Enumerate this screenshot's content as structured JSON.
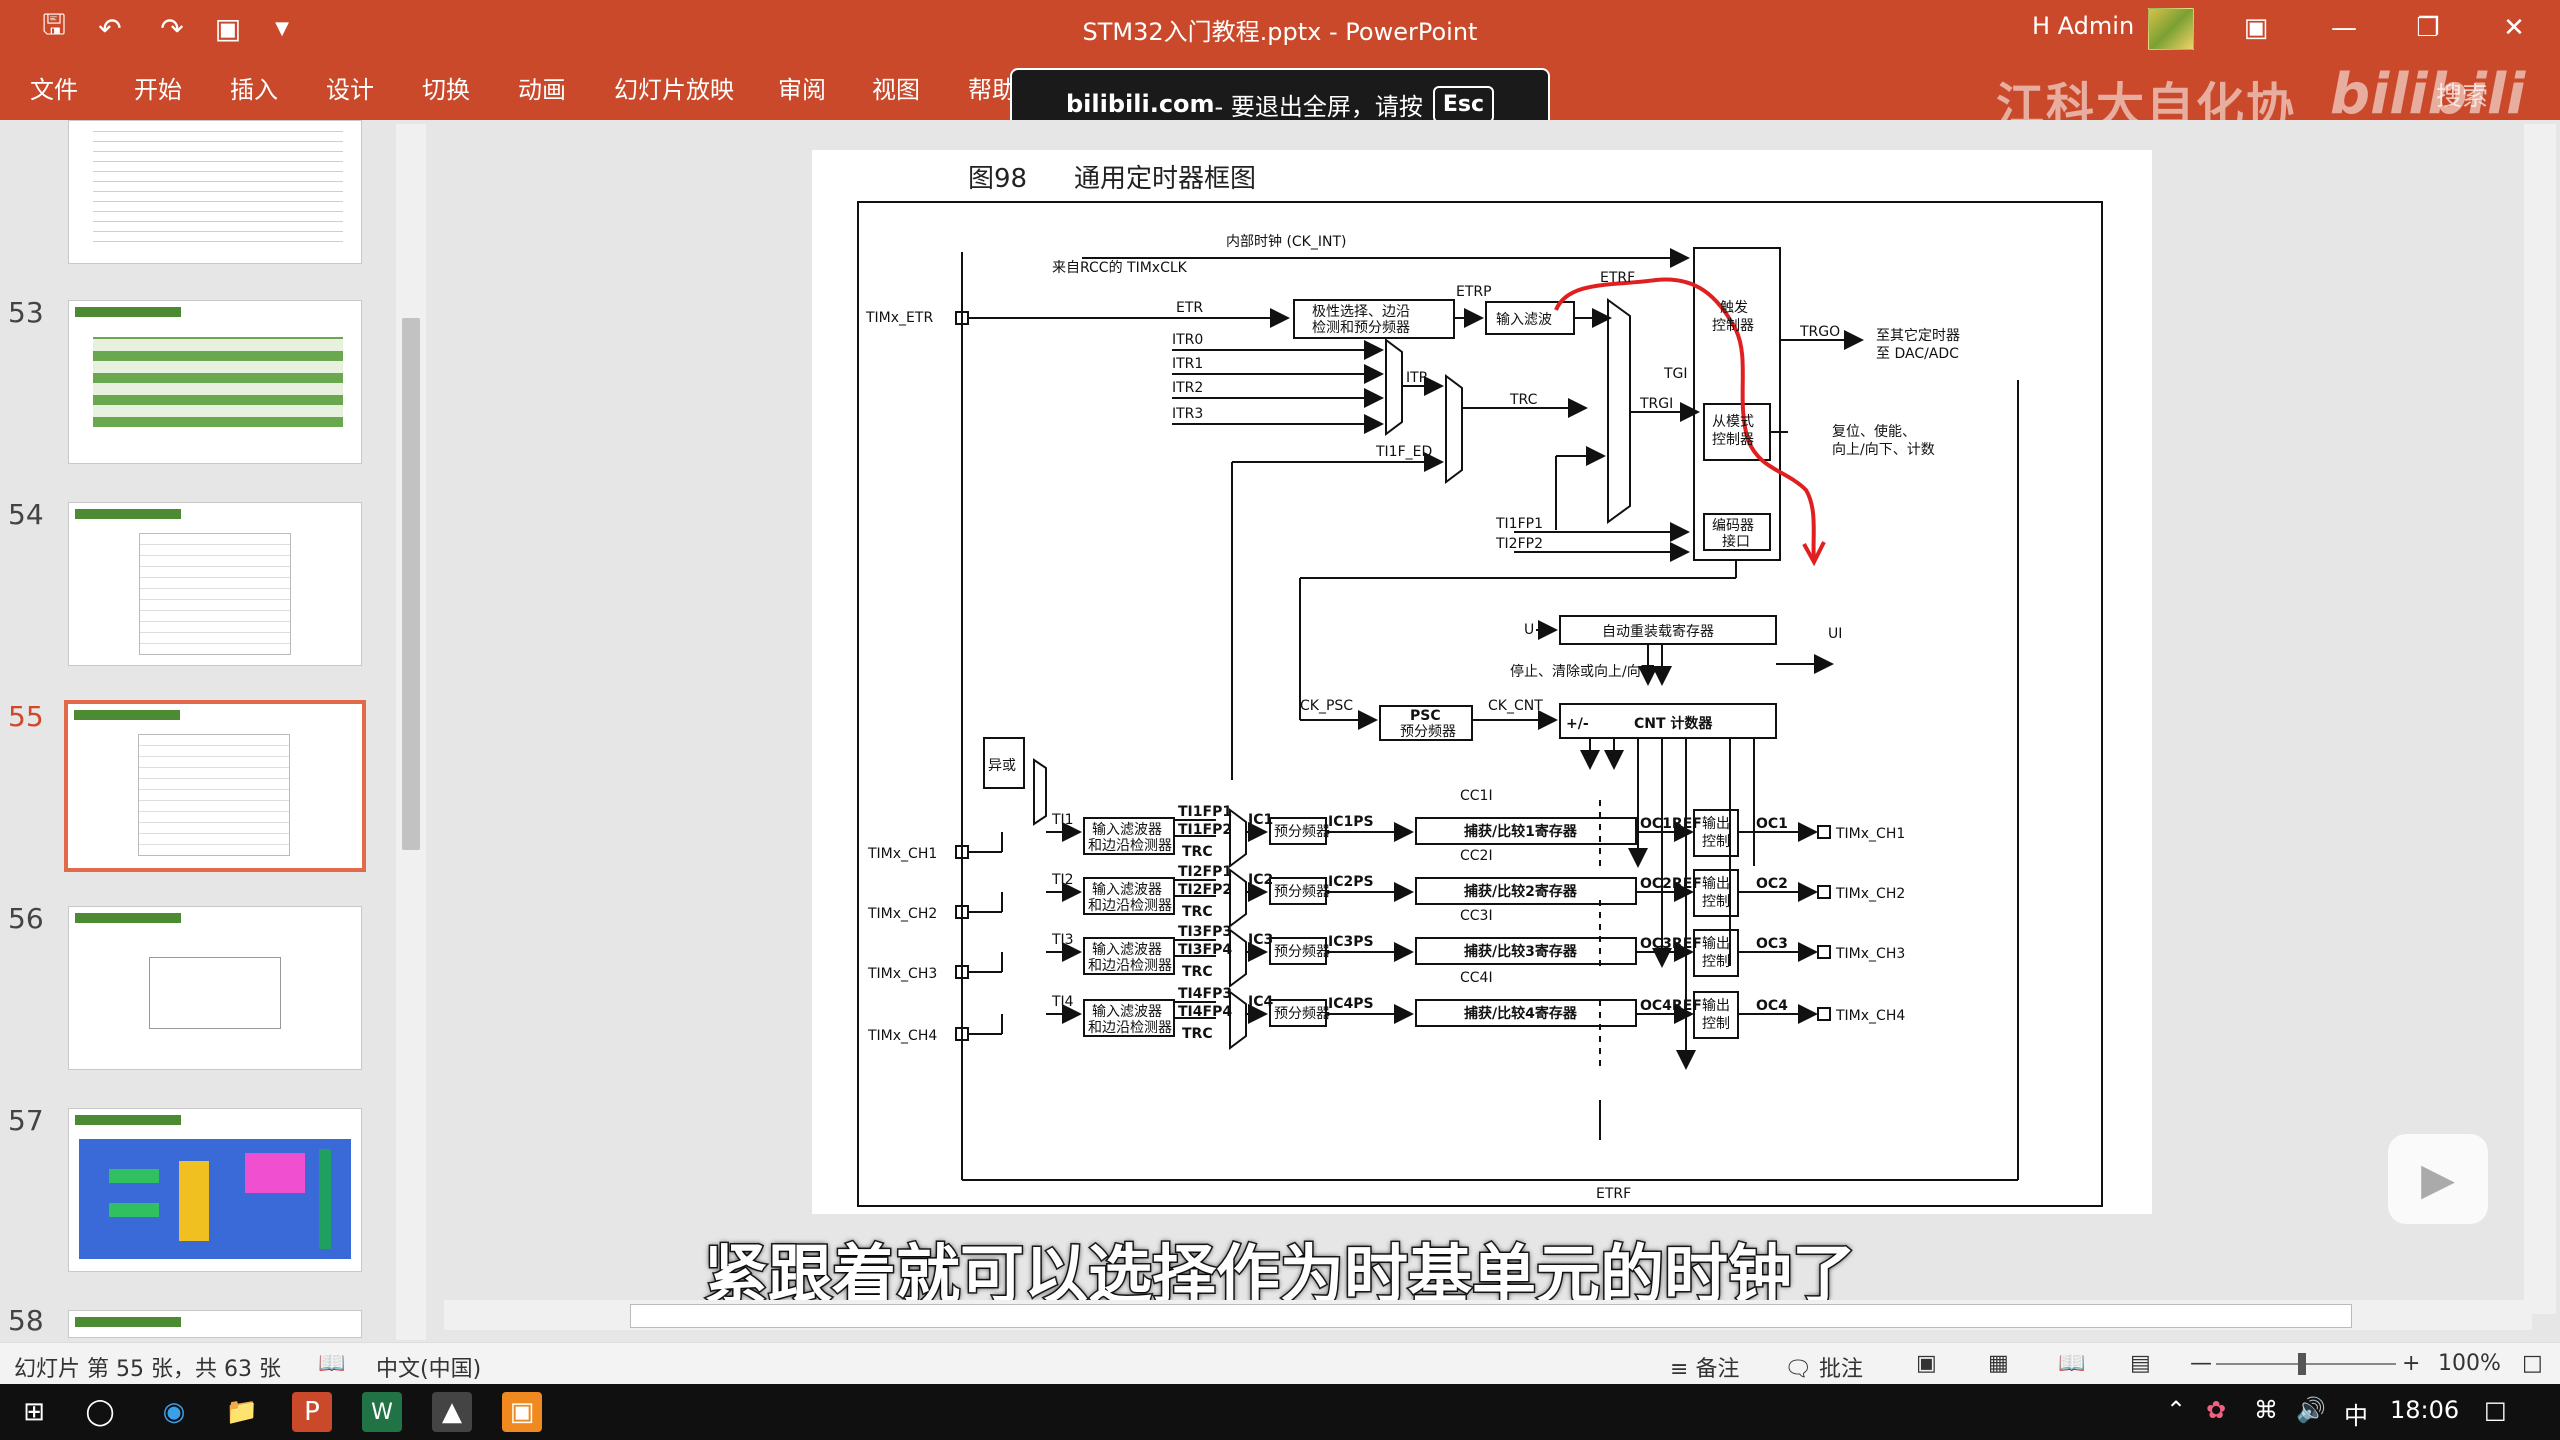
{
  "titlebar": {
    "doc_title": "STM32入门教程.pptx  -  PowerPoint",
    "user": "H Admin",
    "watermark": "江科大自化协",
    "bili_watermark": "bilibili",
    "search_watermark": "搜索"
  },
  "ribbon": {
    "tabs": [
      "文件",
      "开始",
      "插入",
      "设计",
      "切换",
      "动画",
      "幻灯片放映",
      "审阅",
      "视图",
      "帮助"
    ]
  },
  "toast": {
    "site": "bilibili.com",
    "message": " - 要退出全屏，请按",
    "key": "Esc"
  },
  "thumbnails": [
    {
      "num": "53"
    },
    {
      "num": "54"
    },
    {
      "num": "55",
      "selected": true
    },
    {
      "num": "56"
    },
    {
      "num": "57"
    },
    {
      "num": "58"
    }
  ],
  "slide": {
    "fig_num": "图98",
    "fig_title": "通用定时器框图",
    "diagram": {
      "ck_int": "内部时钟 (CK_INT)",
      "rcc": "来自RCC的 TIMxCLK",
      "etr": "ETR",
      "etrp": "ETRP",
      "etrf": "ETRF",
      "pin_etr": "TIMx_ETR",
      "polarity": "极性选择、边沿",
      "polarity2": "检测和预分频器",
      "input_filter": "输入滤波",
      "trigger": "触发",
      "trigger2": "控制器",
      "trgo": "TRGO",
      "to_other": "至其它定时器",
      "to_dac": "至 DAC/ADC",
      "itr0": "ITR0",
      "itr1": "ITR1",
      "itr2": "ITR2",
      "itr3": "ITR3",
      "itr": "ITR",
      "trc": "TRC",
      "tgi": "TGI",
      "trgi": "TRGI",
      "ti1f_ed": "TI1F_ED",
      "slave": "从模式",
      "slave2": "控制器",
      "reset": "复位、使能、",
      "reset2": "向上/向下、计数",
      "ti1fp1": "TI1FP1",
      "ti2fp2": "TI2FP2",
      "encoder": "编码器",
      "encoder2": "接口",
      "u": "U",
      "ui": "UI",
      "autoreload": "自动重装载寄存器",
      "stop": "停止、清除或向上/向下",
      "ck_psc": "CK_PSC",
      "psc": "PSC",
      "psc2": "预分频器",
      "ck_cnt": "CK_CNT",
      "pm": "+/-",
      "cnt": "CNT 计数器",
      "xor": "异或",
      "filter_edge": "输入滤波器",
      "filter_edge2": "和边沿检测器",
      "prescaler": "预分频器",
      "out_ctrl": "输出",
      "out_ctrl2": "控制",
      "channels": [
        {
          "pin": "TIMx_CH1",
          "ti": "TI1",
          "fp_a": "TI1FP1",
          "fp_b": "TI1FP2",
          "ic": "IC1",
          "icps": "IC1PS",
          "cc": "CC1I",
          "reg": "捕获/比较1寄存器",
          "ocref": "OC1REF",
          "oc": "OC1",
          "opin": "TIMx_CH1"
        },
        {
          "pin": "TIMx_CH2",
          "ti": "TI2",
          "fp_a": "TI2FP1",
          "fp_b": "TI2FP2",
          "ic": "IC2",
          "icps": "IC2PS",
          "cc": "CC2I",
          "reg": "捕获/比较2寄存器",
          "ocref": "OC2REF",
          "oc": "OC2",
          "opin": "TIMx_CH2"
        },
        {
          "pin": "TIMx_CH3",
          "ti": "TI3",
          "fp_a": "TI3FP3",
          "fp_b": "TI3FP4",
          "ic": "IC3",
          "icps": "IC3PS",
          "cc": "CC3I",
          "reg": "捕获/比较3寄存器",
          "ocref": "OC3REF",
          "oc": "OC3",
          "opin": "TIMx_CH3"
        },
        {
          "pin": "TIMx_CH4",
          "ti": "TI4",
          "fp_a": "TI4FP3",
          "fp_b": "TI4FP4",
          "ic": "IC4",
          "icps": "IC4PS",
          "cc": "CC4I",
          "reg": "捕获/比较4寄存器",
          "ocref": "OC4REF",
          "oc": "OC4",
          "opin": "TIMx_CH4"
        }
      ]
    }
  },
  "subtitle": "紧跟着就可以选择作为时基单元的时钟了",
  "statusbar": {
    "slide_info": "幻灯片 第 55 张，共 63 张",
    "language": "中文(中国)",
    "notes": "备注",
    "comments": "批注",
    "zoom": "100%"
  },
  "taskbar": {
    "time": "18:06",
    "ime": "中"
  },
  "colors": {
    "brand": "#c9492a",
    "selection": "#e06a4a",
    "annotation": "#e02020"
  }
}
